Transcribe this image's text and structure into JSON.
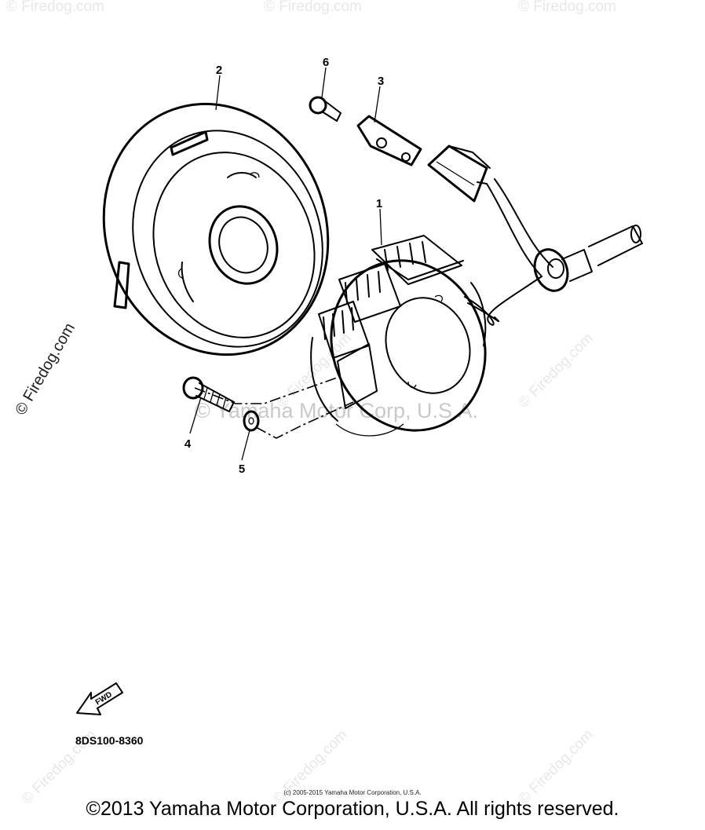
{
  "watermark_brand": "© Firedog.com",
  "watermark_center": "© Yamaha Motor Corp, U.S.A.",
  "callouts": [
    "1",
    "2",
    "3",
    "4",
    "5",
    "6"
  ],
  "diagram_code": "8DS100-8360",
  "fwd_label": "FWD",
  "small_copyright": "(c) 2005-2015 Yamaha Motor Corporation, U.S.A.",
  "footer_copyright": "©2013 Yamaha Motor Corporation, U.S.A. All rights reserved."
}
